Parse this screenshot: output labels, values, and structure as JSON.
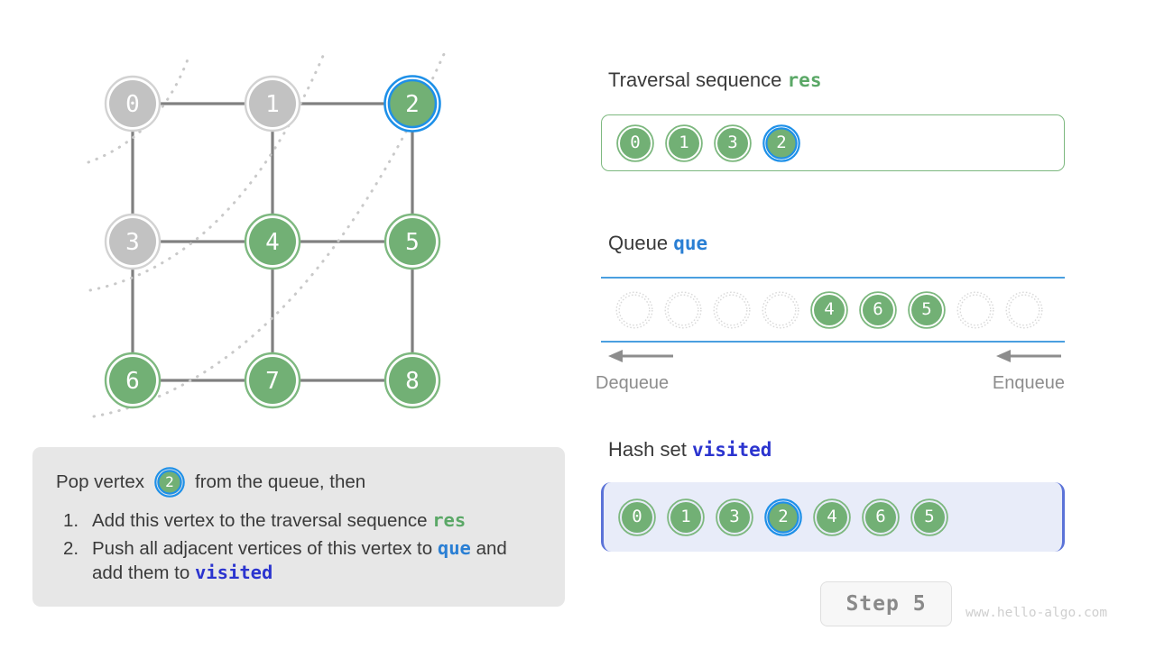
{
  "colors": {
    "green_fill": "#72b075",
    "green_ring": "#7db87f",
    "gray_fill": "#c2c2c2",
    "gray_ring": "#d2d2d2",
    "highlight_blue": "#1e90e8",
    "edge_gray": "#808080",
    "queue_rule_blue": "#4a9fe0",
    "hashset_bg": "#e8ecf9",
    "hashset_border": "#5b73d8",
    "caption_bg": "#e7e7e7",
    "empty_slot": "#d9d9d9",
    "code_res": "#5ba867",
    "code_que": "#2a7fd4",
    "code_visited": "#2b34cf",
    "text": "#3a3a3a",
    "muted": "#8d8d8d",
    "watermark": "#cfcfcf"
  },
  "graph": {
    "vertices": [
      {
        "id": "0",
        "label": "0",
        "col": 0,
        "row": 0,
        "state": "unvisited"
      },
      {
        "id": "1",
        "label": "1",
        "col": 1,
        "row": 0,
        "state": "unvisited"
      },
      {
        "id": "2",
        "label": "2",
        "col": 2,
        "row": 0,
        "state": "current"
      },
      {
        "id": "3",
        "label": "3",
        "col": 0,
        "row": 1,
        "state": "unvisited"
      },
      {
        "id": "4",
        "label": "4",
        "col": 1,
        "row": 1,
        "state": "visited"
      },
      {
        "id": "5",
        "label": "5",
        "col": 2,
        "row": 1,
        "state": "visited"
      },
      {
        "id": "6",
        "label": "6",
        "col": 0,
        "row": 2,
        "state": "visited"
      },
      {
        "id": "7",
        "label": "7",
        "col": 1,
        "row": 2,
        "state": "visited"
      },
      {
        "id": "8",
        "label": "8",
        "col": 2,
        "row": 2,
        "state": "visited"
      }
    ],
    "edges": [
      [
        "0",
        "1"
      ],
      [
        "1",
        "2"
      ],
      [
        "3",
        "4"
      ],
      [
        "4",
        "5"
      ],
      [
        "6",
        "7"
      ],
      [
        "7",
        "8"
      ],
      [
        "0",
        "3"
      ],
      [
        "3",
        "6"
      ],
      [
        "1",
        "4"
      ],
      [
        "4",
        "7"
      ],
      [
        "2",
        "5"
      ],
      [
        "5",
        "8"
      ]
    ],
    "wavefronts": 3
  },
  "res_section": {
    "title_plain": "Traversal sequence",
    "title_code": "res",
    "items": [
      {
        "label": "0",
        "state": "visited"
      },
      {
        "label": "1",
        "state": "visited"
      },
      {
        "label": "3",
        "state": "visited"
      },
      {
        "label": "2",
        "state": "current"
      }
    ]
  },
  "queue_section": {
    "title_plain": "Queue",
    "title_code": "que",
    "slots": [
      {
        "label": "",
        "state": "empty"
      },
      {
        "label": "",
        "state": "empty"
      },
      {
        "label": "",
        "state": "empty"
      },
      {
        "label": "",
        "state": "empty"
      },
      {
        "label": "4",
        "state": "visited"
      },
      {
        "label": "6",
        "state": "visited"
      },
      {
        "label": "5",
        "state": "visited"
      },
      {
        "label": "",
        "state": "empty"
      },
      {
        "label": "",
        "state": "empty"
      }
    ],
    "dequeue_label": "Dequeue",
    "enqueue_label": "Enqueue"
  },
  "visited_section": {
    "title_plain": "Hash set",
    "title_code": "visited",
    "items": [
      {
        "label": "0",
        "state": "visited"
      },
      {
        "label": "1",
        "state": "visited"
      },
      {
        "label": "3",
        "state": "visited"
      },
      {
        "label": "2",
        "state": "current"
      },
      {
        "label": "4",
        "state": "visited"
      },
      {
        "label": "6",
        "state": "visited"
      },
      {
        "label": "5",
        "state": "visited"
      }
    ]
  },
  "caption": {
    "line1_before": "Pop vertex",
    "line1_vertex": "2",
    "line1_after": "from the queue, then",
    "steps": [
      {
        "num": "1.",
        "parts": [
          {
            "t": "Add this vertex to the traversal sequence ",
            "k": "plain"
          },
          {
            "t": "res",
            "k": "res"
          }
        ]
      },
      {
        "num": "2.",
        "parts": [
          {
            "t": "Push all adjacent vertices of this vertex to ",
            "k": "plain"
          },
          {
            "t": "que",
            "k": "que"
          },
          {
            "t": " and add them to ",
            "k": "plain"
          },
          {
            "t": "visited",
            "k": "visited"
          }
        ]
      }
    ]
  },
  "footer": {
    "step_label": "Step 5",
    "watermark": "www.hello-algo.com"
  }
}
